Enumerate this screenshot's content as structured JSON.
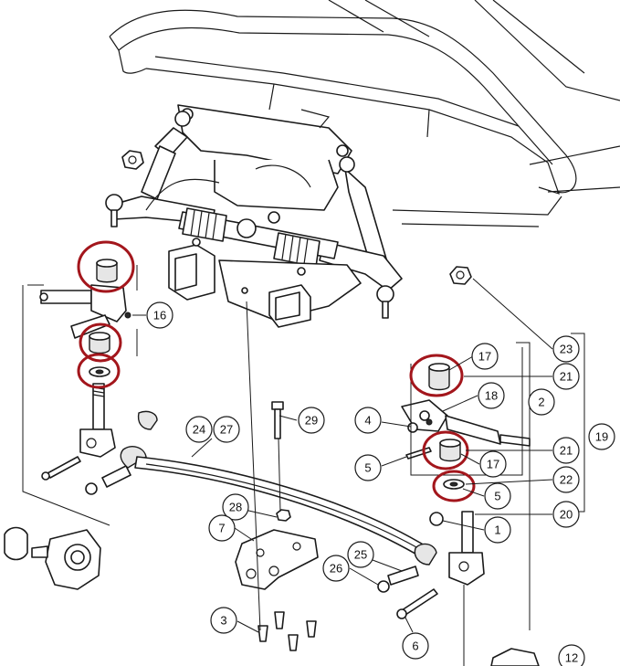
{
  "colors": {
    "highlight": "#a3161c",
    "line": "#1a1a1a"
  },
  "callouts": {
    "n1": "1",
    "n2": "2",
    "n3": "3",
    "n4": "4",
    "n5a": "5",
    "n5b": "5",
    "n6": "6",
    "n7": "7",
    "n12": "12",
    "n16": "16",
    "n17a": "17",
    "n17b": "17",
    "n18": "18",
    "n19": "19",
    "n20": "20",
    "n21a": "21",
    "n21b": "21",
    "n22": "22",
    "n23": "23",
    "n24": "24",
    "n25": "25",
    "n26": "26",
    "n27": "27",
    "n28": "28",
    "n29": "29"
  }
}
